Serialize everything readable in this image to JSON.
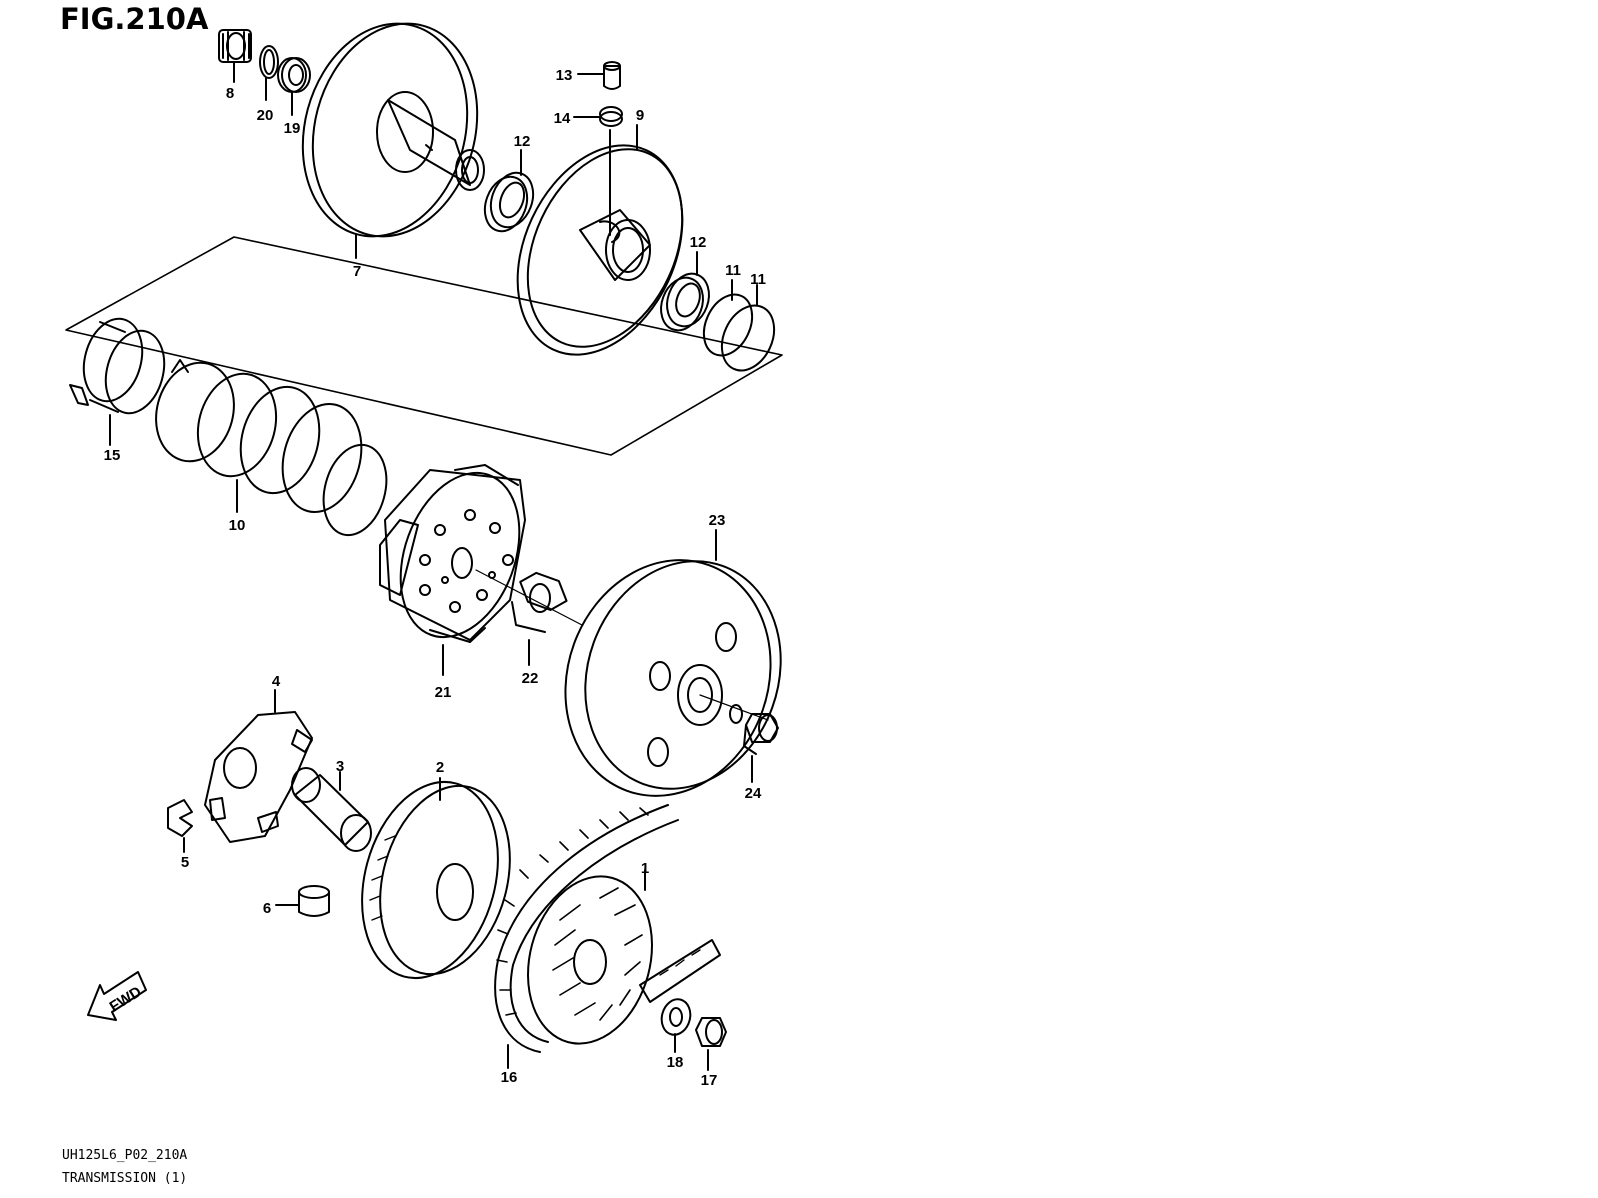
{
  "figure": {
    "title": "FIG.210A",
    "model_code": "UH125L6_P02_210A",
    "section_name": "TRANSMISSION (1)",
    "direction_label": "FWD"
  },
  "callouts": {
    "p1": "1",
    "p2": "2",
    "p3": "3",
    "p4": "4",
    "p5": "5",
    "p6": "6",
    "p7": "7",
    "p8": "8",
    "p9": "9",
    "p10": "10",
    "p11a": "11",
    "p11b": "11",
    "p12a": "12",
    "p12b": "12",
    "p13": "13",
    "p14": "14",
    "p15": "15",
    "p16": "16",
    "p17": "17",
    "p18": "18",
    "p19": "19",
    "p20": "20",
    "p21": "21",
    "p22": "22",
    "p23": "23",
    "p24": "24"
  },
  "colors": {
    "ink": "#000000",
    "paper": "#ffffff"
  }
}
